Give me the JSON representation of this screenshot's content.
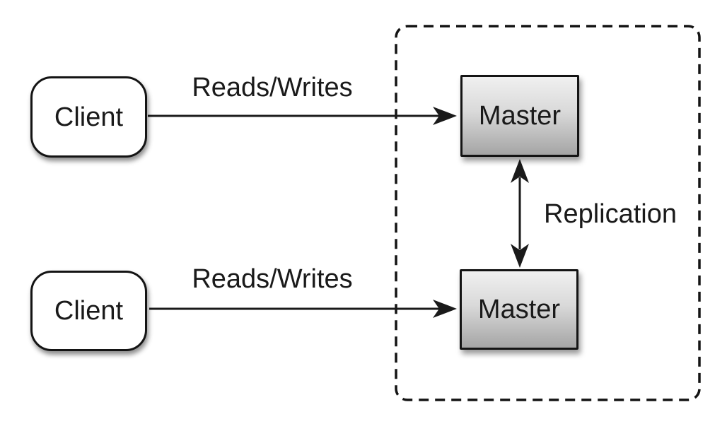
{
  "diagram": {
    "type": "architecture",
    "background": "#ffffff"
  },
  "nodes": [
    {
      "id": "client-top",
      "label": "Client",
      "shape": "rounded-rectangle",
      "fill": "#ffffff"
    },
    {
      "id": "client-bottom",
      "label": "Client",
      "shape": "rounded-rectangle",
      "fill": "#ffffff"
    },
    {
      "id": "master-top",
      "label": "Master",
      "shape": "rectangle",
      "fill_gradient_top": "#f0f0f0",
      "fill_gradient_bottom": "#a5a5a5"
    },
    {
      "id": "master-bottom",
      "label": "Master",
      "shape": "rectangle",
      "fill_gradient_top": "#f0f0f0",
      "fill_gradient_bottom": "#a5a5a5"
    }
  ],
  "edges": [
    {
      "id": "reads-writes-top",
      "label": "Reads/Writes",
      "from": "client-top",
      "to": "master-top",
      "direction": "one-way"
    },
    {
      "id": "reads-writes-bottom",
      "label": "Reads/Writes",
      "from": "client-bottom",
      "to": "master-bottom",
      "direction": "one-way"
    },
    {
      "id": "replication",
      "label": "Replication",
      "from": "master-top",
      "to": "master-bottom",
      "direction": "two-way"
    }
  ],
  "cluster": {
    "id": "replication-group",
    "style": "dashed-rounded-boundary",
    "contains": [
      "master-top",
      "master-bottom"
    ]
  },
  "colors": {
    "ink": "#1a1a1a",
    "background": "#ffffff",
    "node_fill": "#ffffff",
    "master_gradient_top": "#f0f0f0",
    "master_gradient_bottom": "#a5a5a5"
  }
}
